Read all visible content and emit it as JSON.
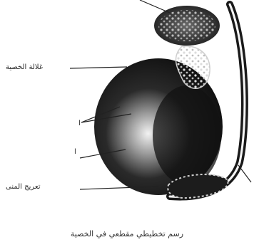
{
  "diagram": {
    "labels": {
      "capsule": "غلالة الخصية",
      "mark_a": "ا",
      "mark_b": "ا",
      "bottom": "تعريج المنى"
    },
    "caption": "رسم تخطيطي مقطعي في الخصية"
  },
  "colors": {
    "ink": "#1a1a1a",
    "paper": "#ffffff",
    "highlight": "#e6e6e6"
  }
}
